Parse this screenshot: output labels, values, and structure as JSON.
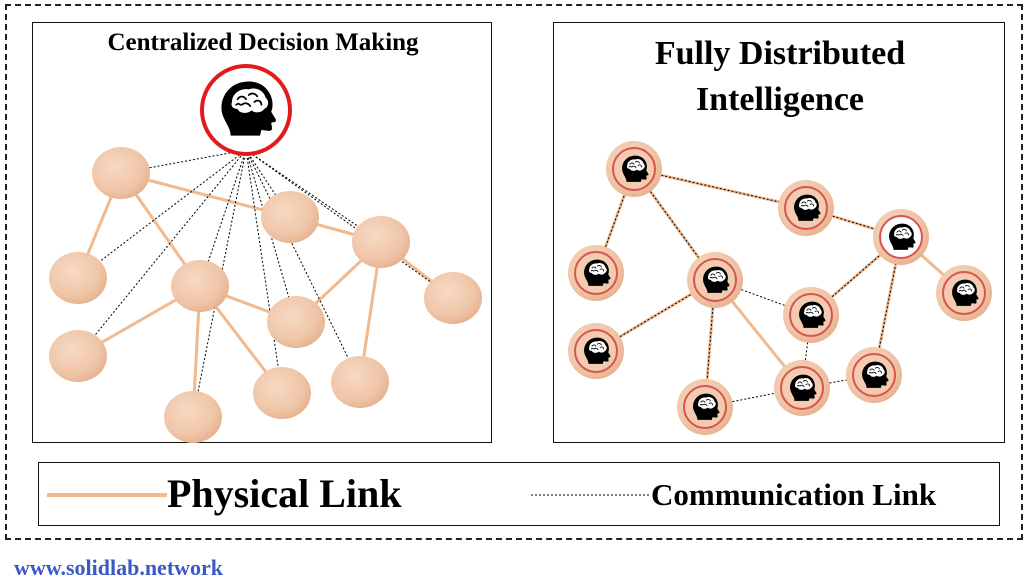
{
  "left_panel": {
    "title": "Centralized Decision Making"
  },
  "right_panel": {
    "title_line1": "Fully Distributed",
    "title_line2": "Intelligence"
  },
  "legend": {
    "physical_label": "Physical Link",
    "communication_label": "Communication Link"
  },
  "footer": {
    "website": "www.solidlab.network"
  },
  "colors": {
    "node_fill": "#f2cbb0",
    "physical_link": "#f0b98e",
    "central_ring": "#e31a1c",
    "brain_ring": "#d9534f",
    "communication_link": "#000000",
    "url_text": "#3b59c4"
  },
  "icons": [
    "brain-head-icon"
  ]
}
